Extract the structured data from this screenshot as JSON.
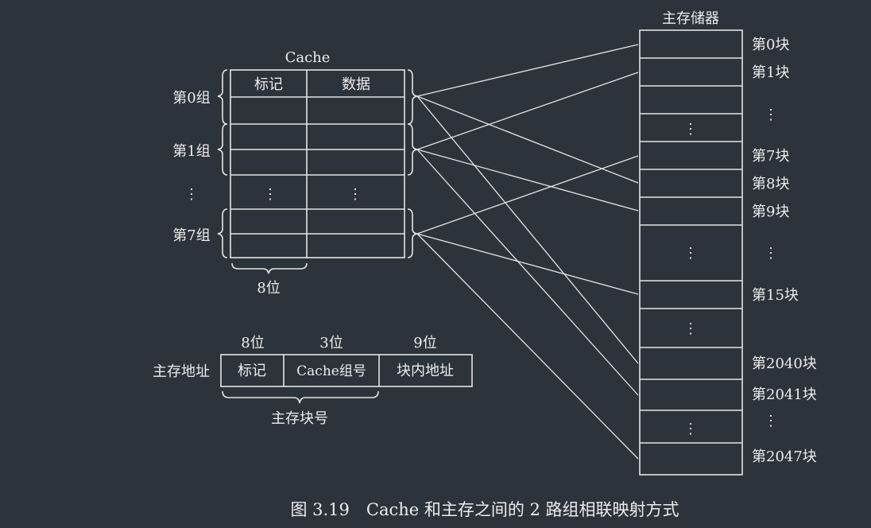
{
  "cache": {
    "title": "Cache",
    "col_tag": "标记",
    "col_data": "数据",
    "group0": "第0组",
    "group1": "第1组",
    "group7": "第7组",
    "dots": "⋮",
    "width_label": "8位"
  },
  "memory": {
    "title": "主存储器",
    "blocks": {
      "b0": "第0块",
      "b1": "第1块",
      "b7": "第7块",
      "b8": "第8块",
      "b9": "第9块",
      "b15": "第15块",
      "b2040": "第2040块",
      "b2041": "第2041块",
      "b2047": "第2047块"
    },
    "dots": "⋮"
  },
  "address": {
    "label": "主存地址",
    "fields": [
      "标记",
      "Cache组号",
      "块内地址"
    ],
    "bits": [
      "8位",
      "3位",
      "9位"
    ],
    "block_number": "主存块号"
  },
  "caption": "图 3.19　Cache 和主存之间的 2 路组相联映射方式",
  "colors": {
    "background": "#2d333b",
    "line": "#e8e8e8"
  }
}
